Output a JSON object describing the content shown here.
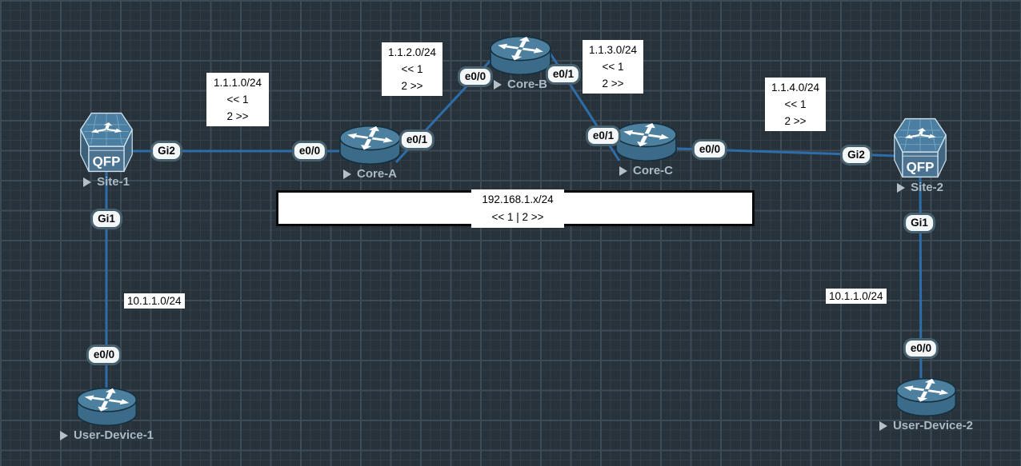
{
  "app": {
    "name": "gns3-topology-canvas",
    "colors": {
      "canvas_bg": "#28323b",
      "grid_minor": "#323d46",
      "grid_major": "#3e4b55",
      "link": "#2d6da9",
      "port_pill_bg": "#f3f7f8",
      "port_pill_border": "#47616f",
      "node_label": "#a9bac5",
      "router_icon": "#4d7f9f",
      "label_box_bg": "#ffffff"
    }
  },
  "qfp_badge": "QFP",
  "nodes": [
    {
      "label": "Site-1",
      "type": "qfp-router"
    },
    {
      "label": "Core-A",
      "type": "router"
    },
    {
      "label": "Core-B",
      "type": "router"
    },
    {
      "label": "Core-C",
      "type": "router"
    },
    {
      "label": "Site-2",
      "type": "qfp-router"
    },
    {
      "label": "User-Device-1",
      "type": "router"
    },
    {
      "label": "User-Device-2",
      "type": "router"
    }
  ],
  "ports": [
    "Gi2",
    "e0/0",
    "e0/1",
    "e0/0",
    "e0/1",
    "e0/1",
    "e0/0",
    "Gi2",
    "Gi1",
    "e0/0",
    "Gi1",
    "e0/0"
  ],
  "subnet_labels": [
    {
      "line1": "1.1.1.0/24",
      "line2": "<< 1",
      "line3": "2 >>"
    },
    {
      "line1": "1.1.2.0/24",
      "line2": "<< 1",
      "line3": "2 >>"
    },
    {
      "line1": "1.1.3.0/24",
      "line2": "<< 1",
      "line3": "2 >>"
    },
    {
      "line1": "1.1.4.0/24",
      "line2": "<< 1",
      "line3": "2 >>"
    }
  ],
  "lan_segment": {
    "line1": "192.168.1.x/24",
    "line2": "<< 1 | 2 >>"
  },
  "access_labels": [
    {
      "text": "10.1.1.0/24"
    },
    {
      "text": "10.1.1.0/24"
    }
  ]
}
